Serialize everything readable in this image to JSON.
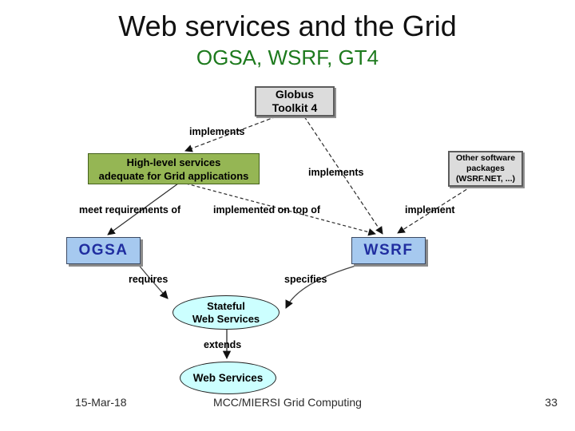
{
  "slide": {
    "title": "Web services and the Grid",
    "subtitle": "OGSA, WSRF, GT4"
  },
  "diagram": {
    "nodes": {
      "globus": {
        "label": "Globus\nToolkit 4",
        "shape": "rect",
        "fill": "#dcdcdc"
      },
      "highlevel": {
        "label": "High-level services\nadequate for Grid applications",
        "shape": "rect",
        "fill": "#95b654"
      },
      "other": {
        "label": "Other software\npackages\n(WSRF.NET, ...)",
        "shape": "rect",
        "fill": "#dcdcdc"
      },
      "ogsa": {
        "label": "OGSA",
        "shape": "rect",
        "fill": "#a6c9ef",
        "text_color": "#202ea0"
      },
      "wsrf": {
        "label": "WSRF",
        "shape": "rect",
        "fill": "#a6c9ef",
        "text_color": "#202ea0"
      },
      "stateful": {
        "label": "Stateful\nWeb Services",
        "shape": "ellipse",
        "fill": "#ccffff"
      },
      "webservices": {
        "label": "Web Services",
        "shape": "ellipse",
        "fill": "#ccffff"
      }
    },
    "edges": [
      {
        "label": "implements",
        "from": "globus",
        "to": "highlevel",
        "line": "dashed"
      },
      {
        "label": "implements",
        "from": "globus",
        "to": "wsrf",
        "line": "dashed"
      },
      {
        "label": "implement",
        "from": "other",
        "to": "wsrf",
        "line": "dashed"
      },
      {
        "label": "meet requirements of",
        "from": "highlevel",
        "to": "ogsa",
        "line": "solid"
      },
      {
        "label": "implemented on top of",
        "from": "highlevel",
        "to": "wsrf",
        "line": "dashed"
      },
      {
        "label": "requires",
        "from": "ogsa",
        "to": "stateful",
        "line": "solid"
      },
      {
        "label": "specifies",
        "from": "wsrf",
        "to": "stateful",
        "line": "solid"
      },
      {
        "label": "extends",
        "from": "stateful",
        "to": "webservices",
        "line": "solid"
      }
    ],
    "colors": {
      "subtitle_green": "#1d7a1d",
      "green_box": "#95b654",
      "gray_box": "#dcdcdc",
      "blue_box": "#a6c9ef",
      "blue_box_text": "#202ea0",
      "ellipse_fill": "#ccffff",
      "arrow": "#2b2b2b"
    }
  },
  "footer": {
    "date": "15-Mar-18",
    "center": "MCC/MIERSI Grid Computing",
    "page": "33"
  }
}
